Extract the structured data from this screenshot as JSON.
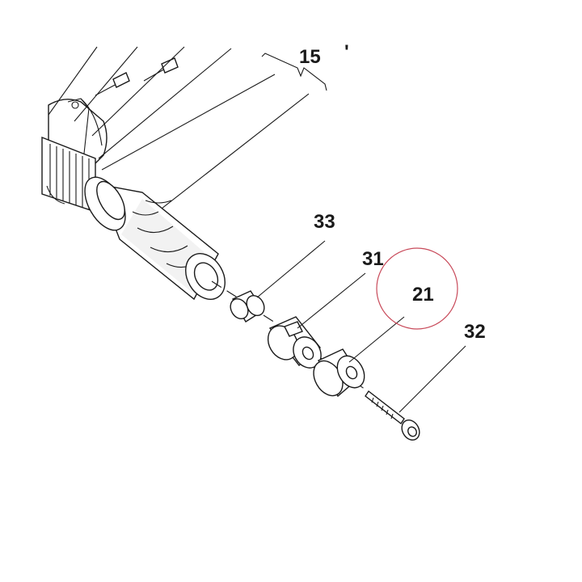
{
  "callouts": {
    "grip_assembly": "15",
    "spacer": "33",
    "weight_holder": "31",
    "end_weight": "21",
    "bolt": "32"
  },
  "stray_mark": "'",
  "highlight_color": "#c84a5a"
}
